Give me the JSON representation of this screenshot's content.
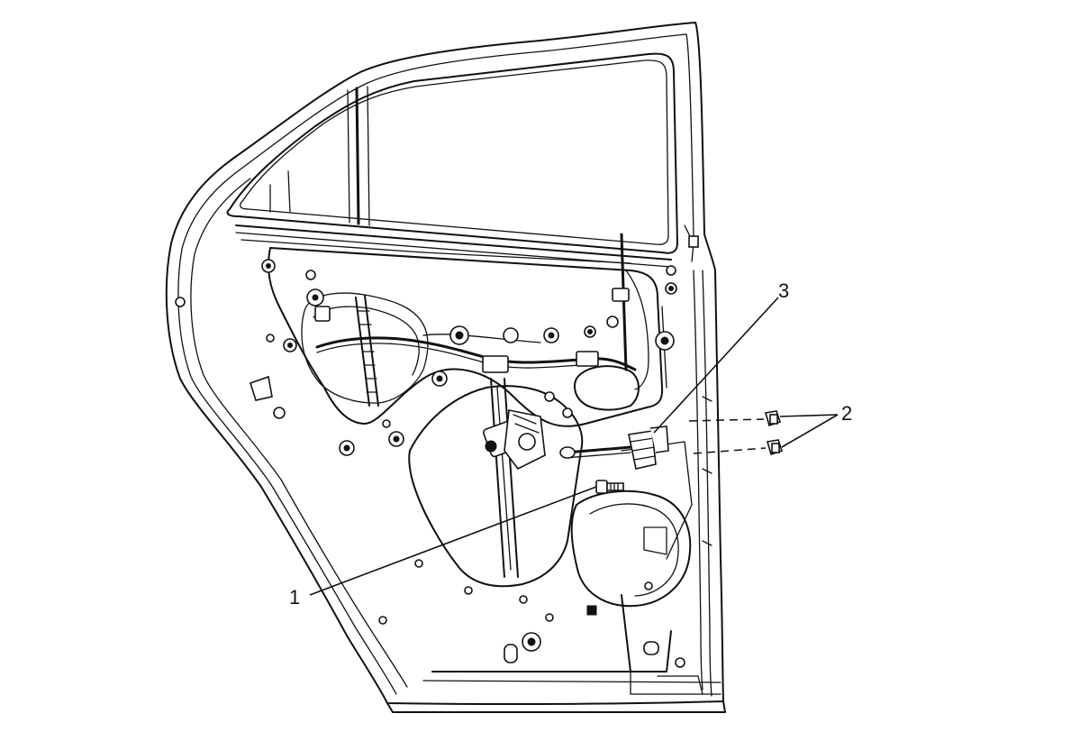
{
  "callouts": [
    {
      "id": "1",
      "label": "1"
    },
    {
      "id": "2",
      "label": "2"
    },
    {
      "id": "3",
      "label": "3"
    }
  ],
  "components": {
    "door": "rear-door-inner-panel",
    "bolt": "bolt-icon",
    "nuts": "nut-icon",
    "check_link": "door-check-link-icon"
  }
}
